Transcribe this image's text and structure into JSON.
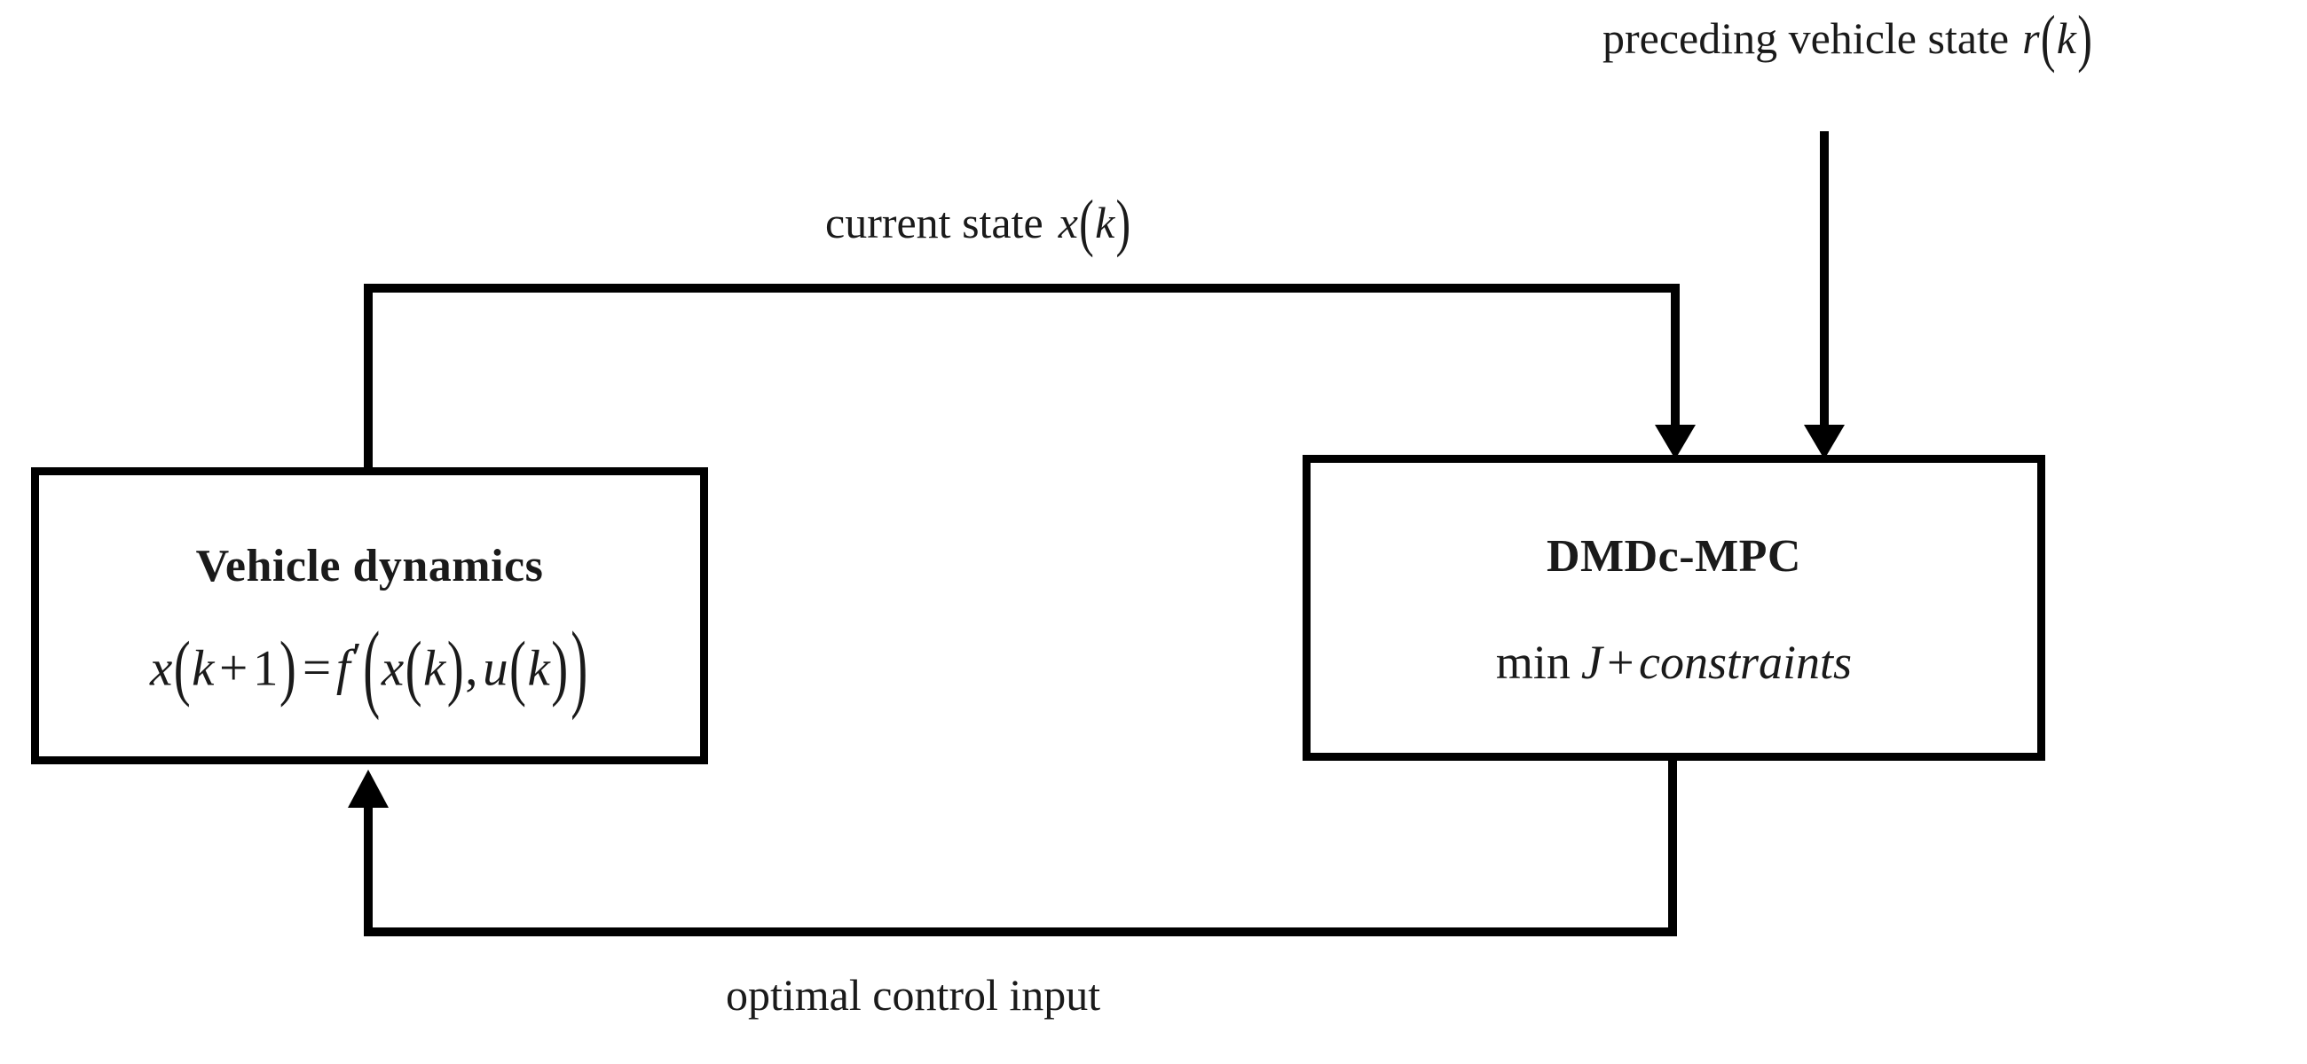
{
  "diagram": {
    "title": "DMDc-MPC vehicle control block diagram",
    "background_color": "#ffffff",
    "stroke_color": "#000000",
    "text_color": "#1a1a1a"
  },
  "blocks": {
    "vehicle": {
      "title": "Vehicle dynamics",
      "formula_plain": "x(k+1) = f'(x(k),u(k))",
      "formula_parts": {
        "lhs_var": "x",
        "lhs_open": "(",
        "lhs_index": "k",
        "lhs_plus": "+",
        "lhs_one": "1",
        "lhs_close": ")",
        "equals": "=",
        "func": "f",
        "prime": "′",
        "arg_open": "(",
        "arg1_var": "x",
        "arg1_open": "(",
        "arg1_index": "k",
        "arg1_close": ")",
        "comma": ",",
        "arg2_var": "u",
        "arg2_open": "(",
        "arg2_index": "k",
        "arg2_close": ")",
        "arg_close": ")"
      }
    },
    "mpc": {
      "title": "DMDc-MPC",
      "formula_plain": "min J + constraints",
      "formula_parts": {
        "min": "min",
        "objective": "J",
        "plus": "+",
        "constraints": "constraints"
      }
    }
  },
  "labels": {
    "preceding_state": {
      "text": "preceding vehicle state",
      "symbol_var": "r",
      "symbol_open": "(",
      "symbol_index": "k",
      "symbol_close": ")"
    },
    "current_state": {
      "text": "current state",
      "symbol_var": "x",
      "symbol_open": "(",
      "symbol_index": "k",
      "symbol_close": ")"
    },
    "optimal_input": {
      "text": "optimal control input"
    }
  },
  "connections": [
    {
      "name": "preceding-state-input",
      "label": "preceding vehicle state r(k)",
      "from": "external top",
      "to": "DMDc-MPC top",
      "arrowhead": "end"
    },
    {
      "name": "current-state-feedforward",
      "label": "current state x(k)",
      "from": "Vehicle dynamics top",
      "to": "DMDc-MPC top",
      "arrowhead": "end"
    },
    {
      "name": "optimal-control-feedback",
      "label": "optimal control input",
      "from": "DMDc-MPC bottom",
      "to": "Vehicle dynamics bottom",
      "arrowhead": "end"
    }
  ]
}
